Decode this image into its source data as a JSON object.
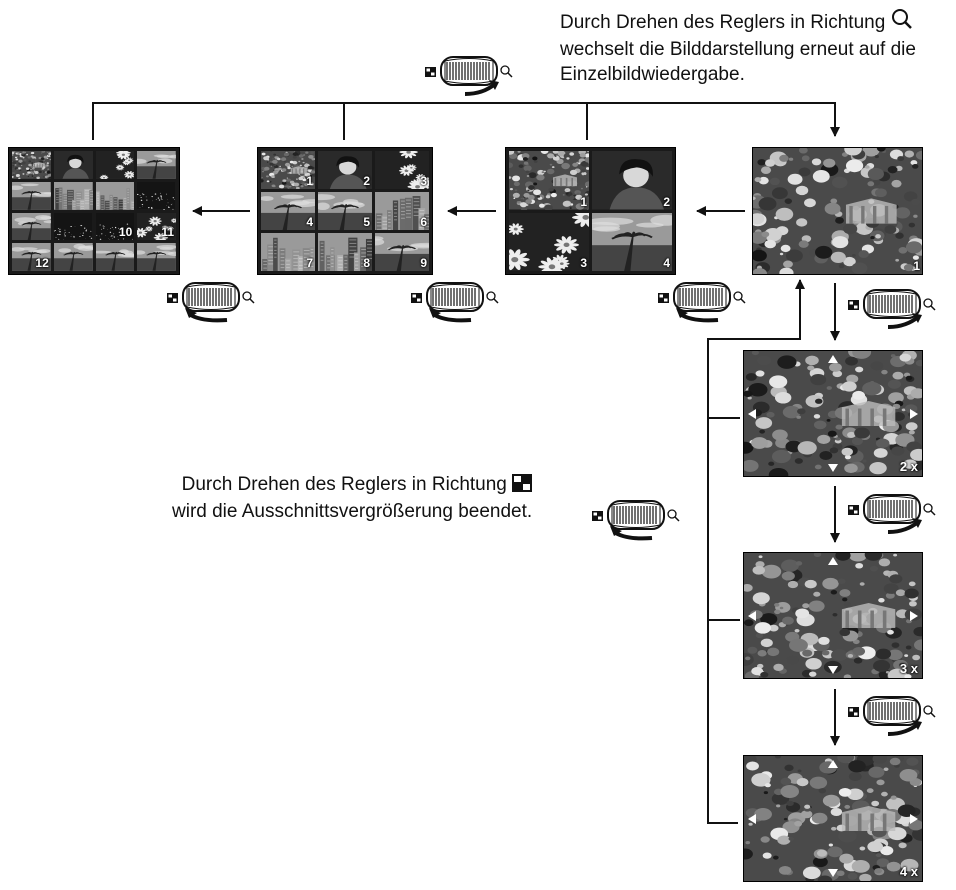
{
  "notes": {
    "top": {
      "line1": "Durch Drehen des Reglers in Richtung",
      "line2": "wechselt die Bilddarstellung erneut auf die",
      "line3": "Einzelbildwiedergabe."
    },
    "bottom": {
      "line1": "Durch Drehen des Reglers in Richtung",
      "line2": "wird die Ausschnittsvergrößerung beendet."
    }
  },
  "index_views": {
    "grid16": {
      "numbers": [
        "",
        "",
        "",
        "",
        "",
        "",
        "",
        "",
        "",
        "",
        "10",
        "11",
        "12",
        "",
        "",
        ""
      ]
    },
    "grid9": {
      "numbers": [
        "1",
        "2",
        "3",
        "4",
        "5",
        "6",
        "7",
        "8",
        "9"
      ]
    },
    "grid4": {
      "numbers": [
        "1",
        "2",
        "3",
        "4"
      ]
    }
  },
  "single_view": {
    "number": "1"
  },
  "zoom_levels": [
    "2 x",
    "3 x",
    "4 x"
  ],
  "icons": {
    "zoom_in": "magnifier-icon",
    "index": "index-grid-icon",
    "dial": "zoom-dial-icon"
  },
  "colors": {
    "ink": "#111111",
    "screen_bg": "#1a1a1a"
  }
}
